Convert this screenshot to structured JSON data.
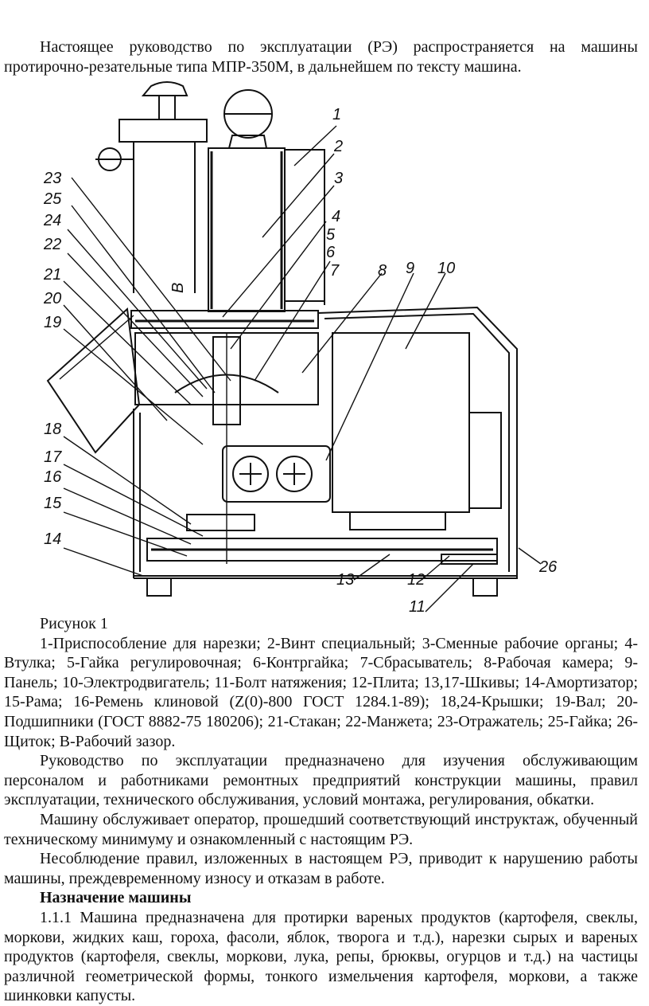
{
  "intro": "Настоящее руководство по эксплуатации (РЭ) распространяется на машины протирочно-резательные типа МПР-350М, в дальнейшем по тексту машина.",
  "figure": {
    "caption_title": "Рисунок 1",
    "labels": [
      "1",
      "2",
      "3",
      "4",
      "5",
      "6",
      "7",
      "8",
      "9",
      "10",
      "11",
      "12",
      "13",
      "14",
      "15",
      "16",
      "17",
      "18",
      "19",
      "20",
      "21",
      "22",
      "23",
      "24",
      "25",
      "26"
    ],
    "gap_label": "В",
    "legend": "1-Приспособление для нарезки; 2-Винт специальный; 3-Сменные рабочие органы; 4-Втулка; 5-Гайка регулировочная; 6-Контргайка; 7-Сбрасыватель; 8-Рабочая камера; 9-Панель; 10-Электродвигатель; 11-Болт натяжения; 12-Плита; 13,17-Шкивы; 14-Амортизатор; 15-Рама; 16-Ремень клиновой (Z(0)-800 ГОСТ 1284.1-89); 18,24-Крышки; 19-Вал; 20-Подшипники (ГОСТ 8882-75 180206); 21-Стакан; 22-Манжета; 23-Отражатель; 25-Гайка; 26-Щиток; В-Рабочий зазор."
  },
  "paragraphs": [
    "Руководство по эксплуатации предназначено для изучения обслуживающим персоналом и работниками ремонтных предприятий конструкции машины, правил эксплуатации, технического обслуживания, условий монтажа, регулирования, обкатки.",
    "Машину обслуживает оператор, прошедший соответствующий инструктаж, обученный техническому минимуму и ознакомленный с настоящим РЭ.",
    "Несоблюдение правил, изложенных в настоящем РЭ, приводит к нарушению работы машины, преждевременному износу и отказам в работе."
  ],
  "section": {
    "heading": "Назначение машины",
    "text": "1.1.1 Машина предназначена для протирки вареных продуктов (картофеля, свеклы, моркови, жидких каш, гороха, фасоли, яблок, творога и т.д.), нарезки сырых и вареных продуктов (картофеля, свеклы, моркови, лука, репы, брюквы, огурцов и т.д.) на частицы различной геометрической формы, тонкого измельчения картофеля, моркови, а также шинковки капусты."
  }
}
